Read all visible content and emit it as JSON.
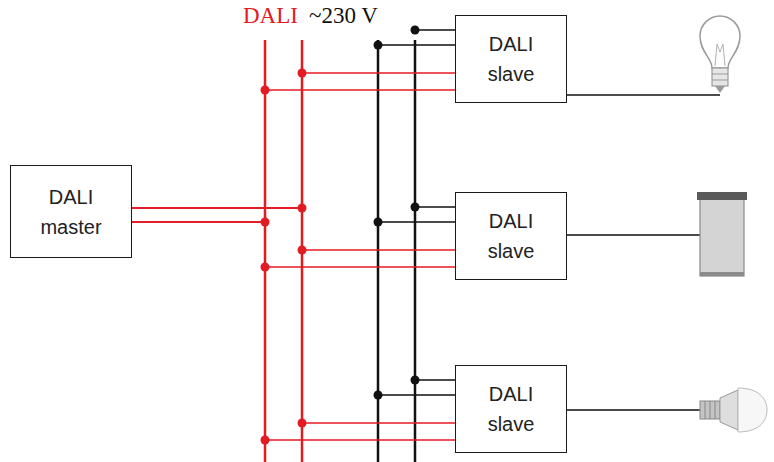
{
  "diagram": {
    "nodes": [
      {
        "text": [
          "DALI master"
        ]
      },
      {
        "text": [
          "DALI slave"
        ]
      },
      {
        "text": [
          "DALI slave"
        ]
      },
      {
        "text": [
          "DALI slave"
        ]
      }
    ],
    "edges": [
      {
        "from": 0,
        "to": 1,
        "arrow": "none"
      },
      {
        "from": 0,
        "to": 2,
        "arrow": "none"
      },
      {
        "from": 0,
        "to": 3,
        "arrow": "none"
      }
    ],
    "labels": [
      "DALI",
      "~230 V"
    ]
  }
}
